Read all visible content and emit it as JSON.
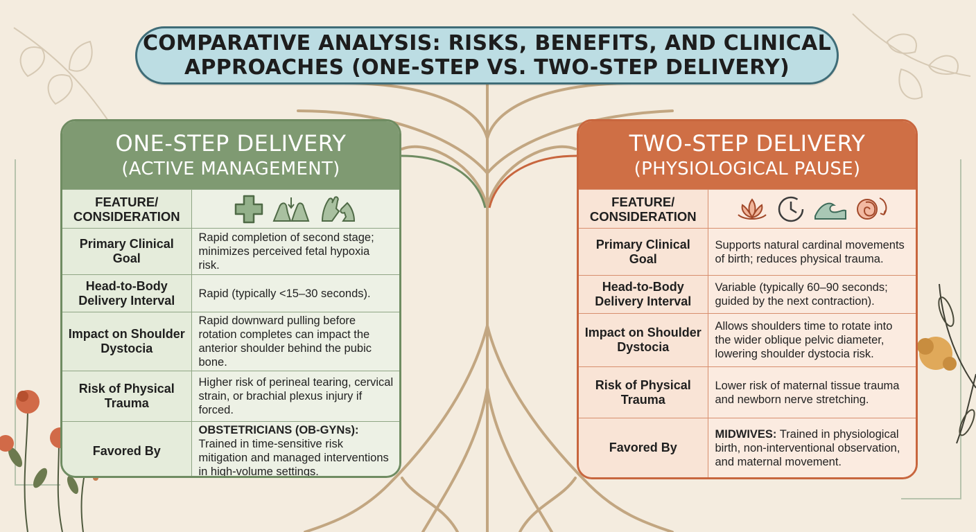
{
  "title": {
    "line1": "COMPARATIVE ANALYSIS: RISKS, BENEFITS, AND CLINICAL",
    "line2": "APPROACHES (ONE-STEP VS. TWO-STEP DELIVERY)"
  },
  "colors": {
    "background": "#f4ecdf",
    "title_fill": "#bcdde3",
    "title_border": "#3f6c77",
    "one_step_accent": "#7f9a72",
    "two_step_accent": "#cf6f45",
    "tree": "#b89a72"
  },
  "one_step": {
    "heading": "ONE-STEP DELIVERY",
    "subheading": "(ACTIVE MANAGEMENT)",
    "feature_header": "FEATURE/ CONSIDERATION",
    "header_icons": [
      "medical-cross-icon",
      "hands-pushing-down-icon",
      "hands-grasping-icon"
    ],
    "rows": [
      {
        "feature": "Primary Clinical Goal",
        "desc": "Rapid completion of second stage; minimizes perceived fetal hypoxia risk."
      },
      {
        "feature": "Head-to-Body Delivery Interval",
        "desc": "Rapid (typically <15–30 seconds)."
      },
      {
        "feature": "Impact on Shoulder Dystocia",
        "desc": "Rapid downward pulling before rotation completes can impact the anterior shoulder behind the pubic bone."
      },
      {
        "feature": "Risk of Physical Trauma",
        "desc": "Higher risk of perineal tearing, cervical strain, or brachial plexus injury if forced."
      }
    ],
    "favored": {
      "feature": "Favored By",
      "lead": "OBSTETRICIANS (OB-GYNs):",
      "desc": "Trained in time-sensitive risk mitigation and managed interventions in high-volume settings."
    }
  },
  "two_step": {
    "heading": "TWO-STEP DELIVERY",
    "subheading": "(PHYSIOLOGICAL PAUSE)",
    "feature_header": "FEATURE/ CONSIDERATION",
    "header_icons": [
      "lotus-icon",
      "clock-icon",
      "wave-icon",
      "baby-icon"
    ],
    "rows": [
      {
        "feature": "Primary Clinical Goal",
        "desc": "Supports natural cardinal movements of birth; reduces physical trauma."
      },
      {
        "feature": "Head-to-Body Delivery Interval",
        "desc": "Variable (typically 60–90 seconds; guided by the next contraction)."
      },
      {
        "feature": "Impact on Shoulder Dystocia",
        "desc": "Allows shoulders time to rotate into the wider oblique pelvic diameter, lowering shoulder dystocia risk."
      },
      {
        "feature": "Risk of Physical Trauma",
        "desc": "Lower risk of maternal tissue trauma and newborn nerve stretching."
      }
    ],
    "favored": {
      "feature": "Favored By",
      "lead": "MIDWIVES:",
      "desc": "Trained in physiological birth, non-interventional observation, and maternal movement."
    }
  }
}
